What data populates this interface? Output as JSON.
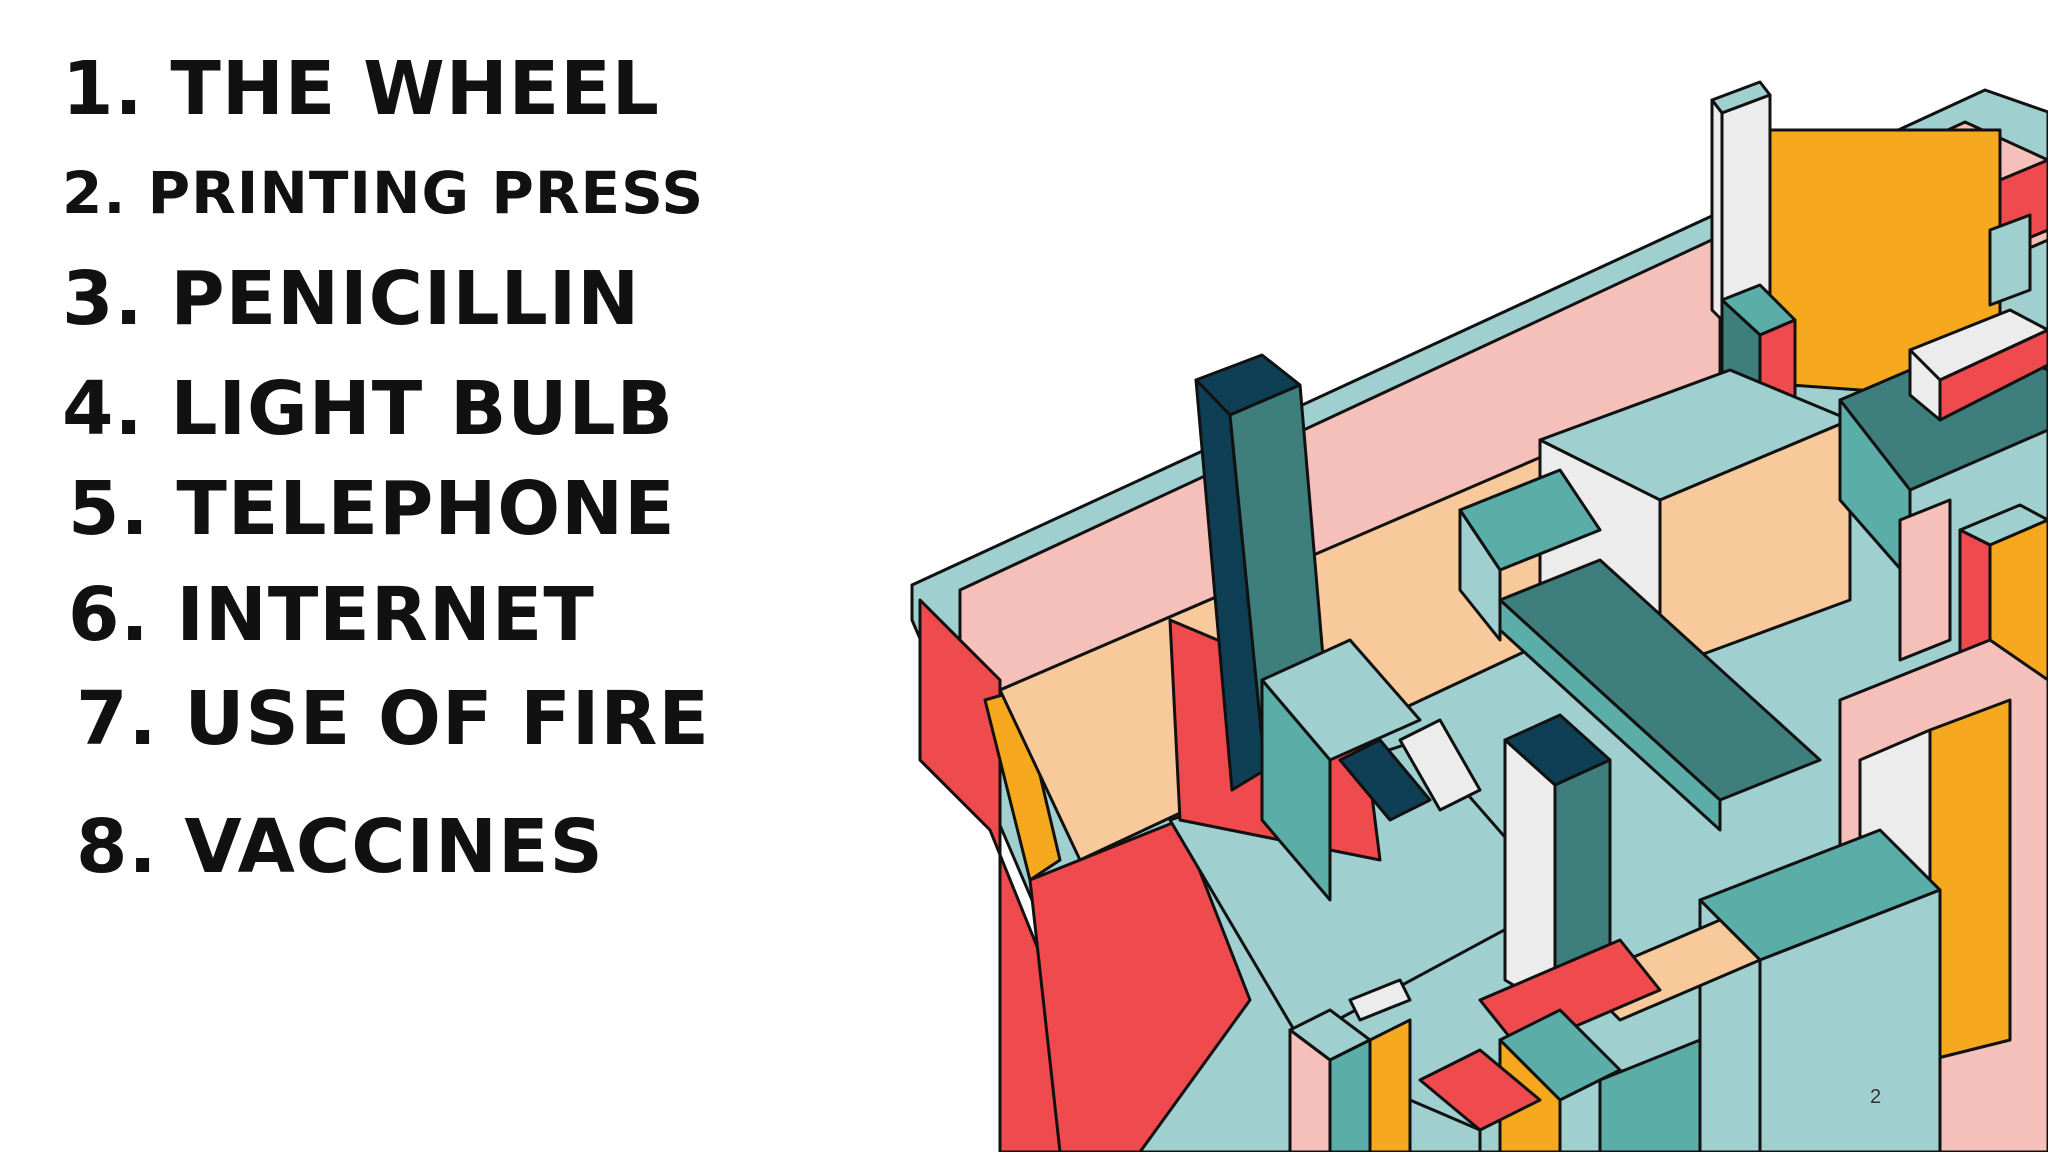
{
  "slide": {
    "items": [
      "1. THE WHEEL",
      "2. PRINTING PRESS",
      "3. PENICILLIN",
      "4. LIGHT BULB",
      "5. TELEPHONE",
      "6. INTERNET",
      "7. USE OF FIRE",
      "8. VACCINES"
    ],
    "page_number": "2"
  },
  "colors": {
    "red": "#ef4a4e",
    "orange": "#f6a81f",
    "peach": "#f7c99b",
    "pink": "#f5c0ba",
    "teal_light": "#9fd0cf",
    "teal": "#5bada8",
    "teal_dark": "#3e7e7c",
    "navy": "#0f3f55",
    "white": "#ececec",
    "outline": "#111111"
  }
}
